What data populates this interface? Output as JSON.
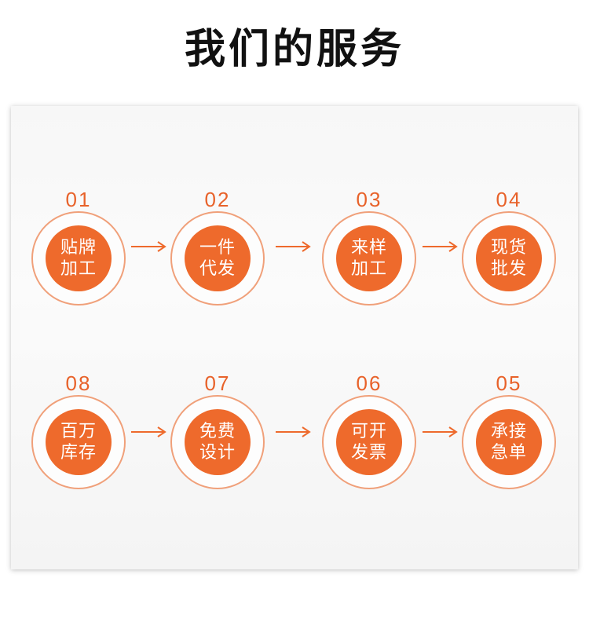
{
  "title": "我们的服务",
  "colors": {
    "accent": "#ee6a2c",
    "ring": "#f0a07a",
    "arrow": "#ee6a2c"
  },
  "row1": [
    {
      "num": "01",
      "line1": "贴牌",
      "line2": "加工"
    },
    {
      "num": "02",
      "line1": "一件",
      "line2": "代发"
    },
    {
      "num": "03",
      "line1": "来样",
      "line2": "加工"
    },
    {
      "num": "04",
      "line1": "现货",
      "line2": "批发"
    }
  ],
  "row2": [
    {
      "num": "08",
      "line1": "百万",
      "line2": "库存"
    },
    {
      "num": "07",
      "line1": "免费",
      "line2": "设计"
    },
    {
      "num": "06",
      "line1": "可开",
      "line2": "发票"
    },
    {
      "num": "05",
      "line1": "承接",
      "line2": "急单"
    }
  ]
}
